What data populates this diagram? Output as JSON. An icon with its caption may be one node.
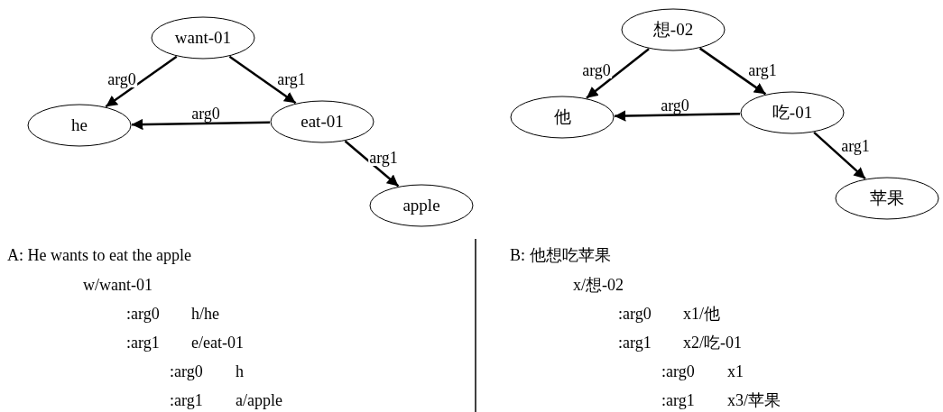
{
  "diagram": {
    "nodes": [
      {
        "text": [
          "want-01"
        ]
      },
      {
        "text": [
          "he"
        ]
      },
      {
        "text": [
          "eat-01"
        ]
      },
      {
        "text": [
          "apple"
        ]
      },
      {
        "text": [
          "想-02"
        ]
      },
      {
        "text": [
          "他"
        ]
      },
      {
        "text": [
          "吃-01"
        ]
      },
      {
        "text": [
          "苹果"
        ]
      }
    ],
    "edges": [
      {
        "from": 0,
        "to": 1,
        "arrow": "to",
        "label": "arg0"
      },
      {
        "from": 0,
        "to": 2,
        "arrow": "to",
        "label": "arg1"
      },
      {
        "from": 2,
        "to": 1,
        "arrow": "to",
        "label": "arg0"
      },
      {
        "from": 2,
        "to": 3,
        "arrow": "to",
        "label": "arg1"
      },
      {
        "from": 4,
        "to": 5,
        "arrow": "to",
        "label": "arg0"
      },
      {
        "from": 4,
        "to": 6,
        "arrow": "to",
        "label": "arg1"
      },
      {
        "from": 6,
        "to": 5,
        "arrow": "to",
        "label": "arg0"
      },
      {
        "from": 6,
        "to": 7,
        "arrow": "to",
        "label": "arg1"
      }
    ],
    "labels": [
      "A: He wants to eat the apple",
      "w/want-01",
      ":arg0",
      "h/he",
      ":arg1",
      "e/eat-01",
      ":arg0",
      "h",
      ":arg1",
      "a/apple",
      "B: 他想吃苹果",
      "x/想-02",
      ":arg0",
      "x1/他",
      ":arg1",
      "x2/吃-01",
      ":arg0",
      "x1",
      ":arg1",
      "x3/苹果"
    ]
  }
}
